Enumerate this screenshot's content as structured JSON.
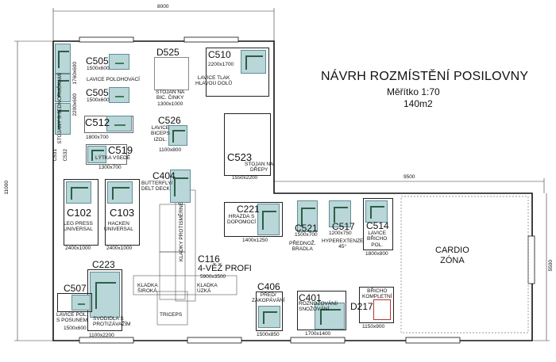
{
  "plan": {
    "title": "NÁVRH ROZMÍSTĚNÍ POSILOVNY",
    "scale": "Měřítko 1:70",
    "area": "140m2",
    "dims": {
      "top": "8000",
      "left": "11000",
      "mid": "9500",
      "right": "5500"
    },
    "cardio": {
      "line1": "CARDIO",
      "line2": "ZÓNA"
    }
  },
  "items": {
    "c505a": {
      "code": "C505",
      "size": "1500x600",
      "desc": "LAVICE POLOHOVACÍ"
    },
    "c505b": {
      "code": "C505",
      "size": "1500x600"
    },
    "d525": {
      "code": "D525",
      "desc1": "STOJAN NA",
      "desc2": "BIC. ČINKY",
      "size": "1300x1000"
    },
    "c510": {
      "code": "C510",
      "size": "2200x1700",
      "desc1": "LAVICE TLAK",
      "desc2": "HLAVOU DOLŮ"
    },
    "stojany": {
      "desc1": "STOJANY S",
      "desc2": "JEDNORUČKAMI",
      "size1": "1760x600",
      "size2": "2200x600"
    },
    "c512": {
      "code": "C512",
      "size": "1800x700"
    },
    "c526": {
      "code": "C526",
      "desc1": "LAVICE",
      "desc2": "BICEPS",
      "desc3": "IZOL.",
      "size": "1100x800"
    },
    "c531": {
      "code": "C531"
    },
    "c532": {
      "code": "C532"
    },
    "c519": {
      "code": "C519",
      "desc": "LÝTKA VSEDĚ",
      "size": "1300x700"
    },
    "c523": {
      "code": "C523",
      "desc1": "STOJAN NA",
      "desc2": "DŘEPY",
      "size": "1550x2200"
    },
    "c404": {
      "code": "C404",
      "desc1": "BUTTERFLY/",
      "desc2": "DELT DECK"
    },
    "c102": {
      "code": "C102",
      "desc1": "LEG PRESS",
      "desc2": "UNIVERSAL",
      "size": "2400x1000"
    },
    "c103": {
      "code": "C103",
      "desc1": "HACKEN",
      "desc2": "UNIVERSAL",
      "size": "2400x1000"
    },
    "c221": {
      "code": "C221",
      "desc1": "HRAZDA S",
      "desc2": "DOPOMOCÍ",
      "size": "1400x1250"
    },
    "c521": {
      "code": "C521",
      "size": "1500x700",
      "desc1": "PŘEDNOŽ.",
      "desc2": "BRADLA"
    },
    "c517": {
      "code": "C517",
      "size": "1200x750",
      "desc1": "HYPEREXTENZE",
      "desc2": "45°"
    },
    "c514": {
      "code": "C514",
      "desc1": "LAVICE",
      "desc2": "BŘICHO",
      "desc3": "POL.",
      "size": "1800x800"
    },
    "c116": {
      "code": "C116",
      "desc": "4-VĚŽ PROFI",
      "size": "5900x3500",
      "kladky": "KLADKY PROTISMĚRNÉ",
      "siroka1": "KLADKA",
      "siroka2": "ŠIROKÁ",
      "uzka1": "KLADKA",
      "uzka2": "ÚZKÁ",
      "triceps": "TRICEPS"
    },
    "c223": {
      "code": "C223",
      "desc1": "SVODIDLA S",
      "desc2": "PROTIZÁVAŽÍM",
      "size": "1100x2200"
    },
    "c507": {
      "code": "C507",
      "desc1": "LAVICE POL.",
      "desc2": "S POSUNEM",
      "size": "1500x600"
    },
    "c406": {
      "code": "C406",
      "desc1": "PŘED/",
      "desc2": "ZAKOPÁVÁNÍ",
      "size": "1500x850"
    },
    "c401": {
      "code": "C401",
      "desc1": "ROZNOŽOVÁNÍ/",
      "desc2": "SNOŽOVÁNÍ",
      "size": "1700x1400"
    },
    "d217": {
      "code": "D217",
      "desc1": "BŘICHO",
      "desc2": "KOMPLETNÍ",
      "size": "1150x900"
    }
  }
}
